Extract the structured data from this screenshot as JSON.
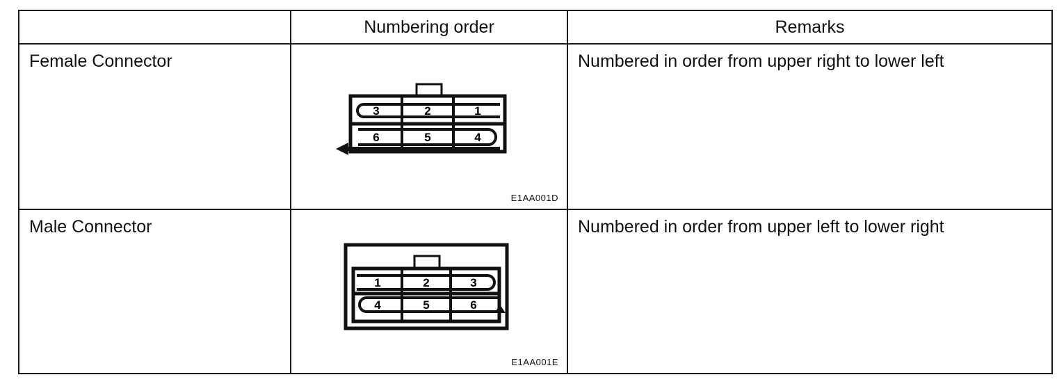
{
  "table": {
    "headers": {
      "corner": "",
      "numbering_order": "Numbering order",
      "remarks": "Remarks"
    },
    "rows": [
      {
        "label": "Female Connector",
        "remark": "Numbered in order from upper right to lower left",
        "figure_code": "E1AA001D",
        "pins_top": [
          "3",
          "2",
          "1"
        ],
        "pins_bottom": [
          "6",
          "5",
          "4"
        ]
      },
      {
        "label": "Male Connector",
        "remark": "Numbered in order from upper left to lower right",
        "figure_code": "E1AA001E",
        "pins_top": [
          "1",
          "2",
          "3"
        ],
        "pins_bottom": [
          "4",
          "5",
          "6"
        ]
      }
    ]
  }
}
